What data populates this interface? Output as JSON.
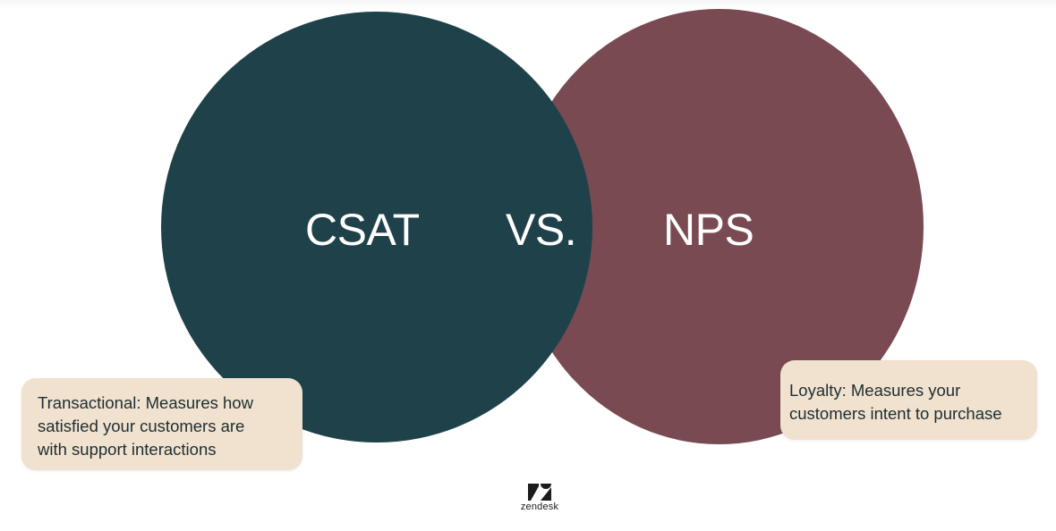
{
  "diagram": {
    "left_circle": {
      "label": "CSAT",
      "color": "#1e414a"
    },
    "right_circle": {
      "label": "NPS",
      "color": "#7a4a52"
    },
    "connector": "VS.",
    "left_note": {
      "lines": [
        "Transactional: Measures how",
        "satisfied your customers are",
        "with support interactions"
      ],
      "background": "#f0e2ce"
    },
    "right_note": {
      "lines": [
        "Loyalty: Measures your",
        "customers intent to purchase"
      ],
      "background": "#f0e2ce"
    }
  },
  "branding": {
    "logo_icon": "zendesk-logo-icon",
    "name": "zendesk"
  }
}
